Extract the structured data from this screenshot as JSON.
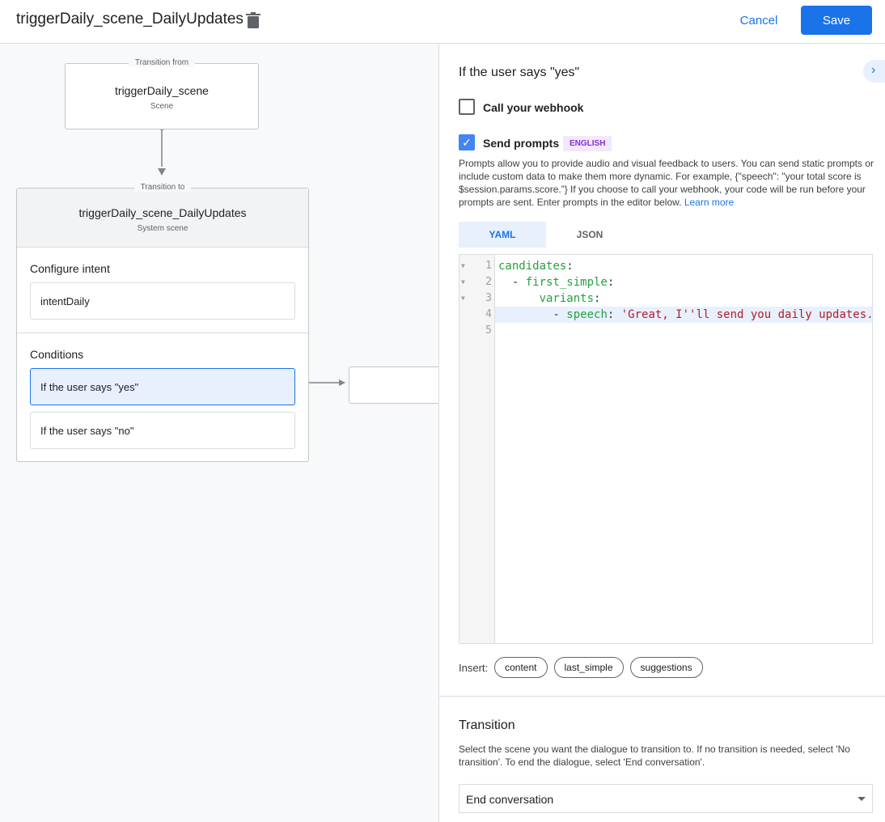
{
  "header": {
    "title": "triggerDaily_scene_DailyUpdates",
    "cancel": "Cancel",
    "save": "Save"
  },
  "canvas": {
    "from": {
      "legend": "Transition from",
      "name": "triggerDaily_scene",
      "type": "Scene"
    },
    "to": {
      "legend": "Transition to",
      "name": "triggerDaily_scene_DailyUpdates",
      "type": "System scene",
      "intent_label": "Configure intent",
      "intent": "intentDaily",
      "conditions_label": "Conditions",
      "conditions": [
        "If the user says \"yes\"",
        "If the user says \"no\""
      ]
    }
  },
  "panel": {
    "title": "If the user says \"yes\"",
    "webhook": {
      "label": "Call your webhook",
      "checked": false
    },
    "prompts": {
      "label": "Send prompts",
      "checked": true,
      "badge": "ENGLISH",
      "description": "Prompts allow you to provide audio and visual feedback to users. You can send static prompts or include custom data to make them more dynamic. For example, {\"speech\": \"your total score is $session.params.score.”} If you choose to call your webhook, your code will be run before your prompts are sent. Enter prompts in the editor below.",
      "learn_more": "Learn more"
    },
    "tabs": [
      "YAML",
      "JSON"
    ],
    "active_tab": "YAML",
    "code": {
      "line_numbers": [
        "1",
        "2",
        "3",
        "4",
        "5"
      ],
      "l1k": "candidates",
      "l2k": "first_simple",
      "l3k": "variants",
      "l4k": "speech",
      "l4v": "'Great, I''ll send you daily updates."
    },
    "insert": {
      "label": "Insert:",
      "chips": [
        "content",
        "last_simple",
        "suggestions"
      ]
    },
    "transition": {
      "title": "Transition",
      "description": "Select the scene you want the dialogue to transition to. If no transition is needed, select 'No transition'. To end the dialogue, select 'End conversation'.",
      "selected": "End conversation"
    }
  },
  "colors": {
    "accent": "#1a73e8",
    "selected_bg": "#e8f0fe",
    "badge": "#8430ce"
  }
}
